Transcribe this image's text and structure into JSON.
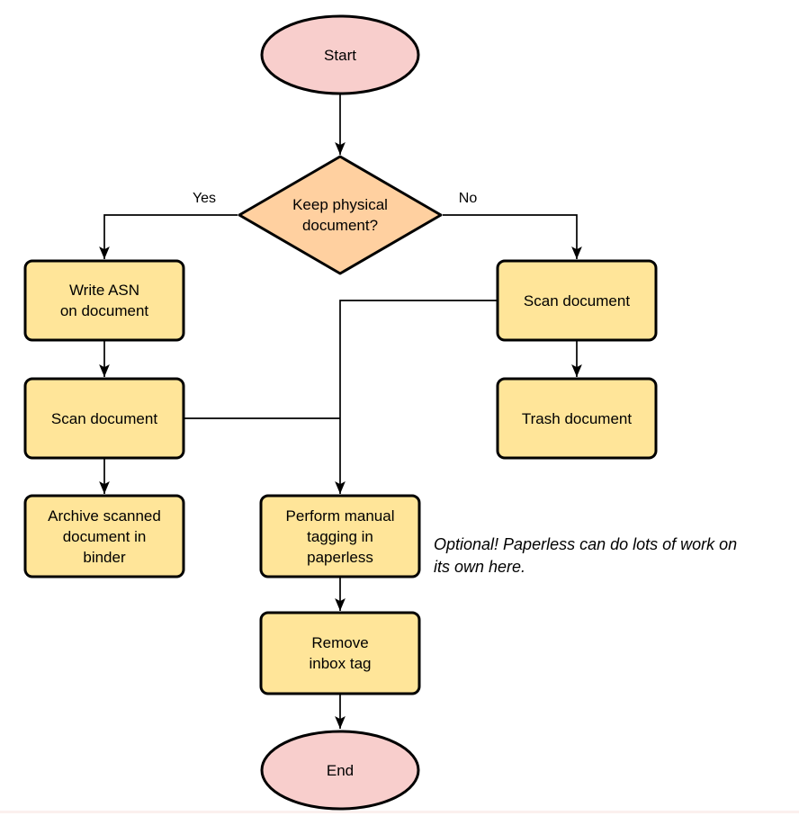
{
  "colors": {
    "terminal_fill": "#f8cecc",
    "decision_fill": "#ffd0a0",
    "process_fill": "#ffe599",
    "stroke": "#000000"
  },
  "nodes": {
    "start": "Start",
    "decision": "Keep physical\ndocument?",
    "write_asn": "Write ASN\non document",
    "scan_left": "Scan document",
    "archive": "Archive scanned\ndocument in\nbinder",
    "scan_right": "Scan document",
    "trash": "Trash document",
    "tagging": "Perform manual\ntagging in\npaperless",
    "remove_inbox": "Remove\ninbox tag",
    "end": "End"
  },
  "edge_labels": {
    "yes": "Yes",
    "no": "No"
  },
  "annotation": "Optional! Paperless can do lots of work on\nits own here."
}
